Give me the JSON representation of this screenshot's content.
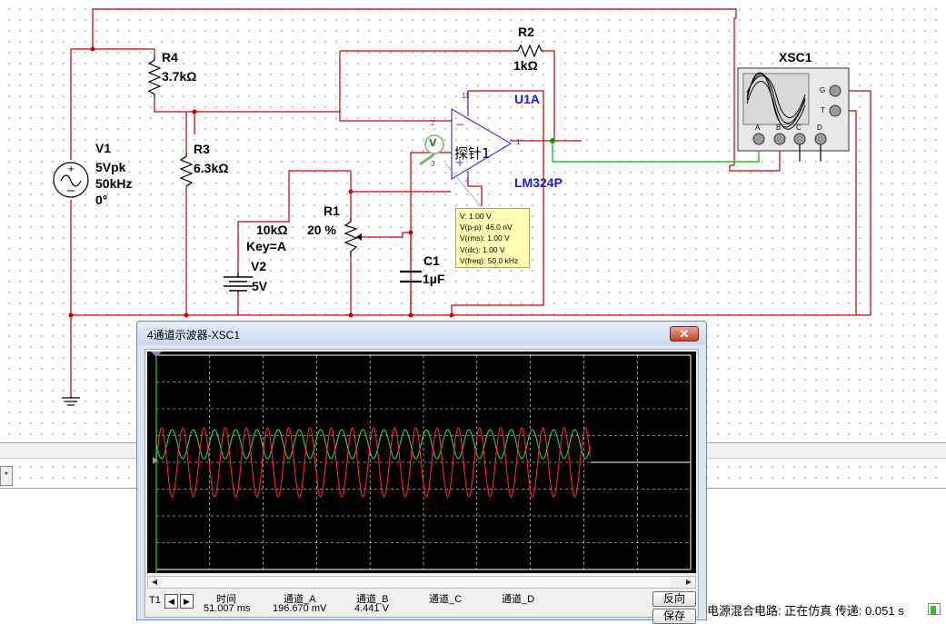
{
  "components": {
    "v1": {
      "ref": "V1",
      "amplitude": "5Vpk",
      "frequency": "50kHz",
      "phase": "0°"
    },
    "v2": {
      "ref": "V2",
      "value": "5V"
    },
    "r1": {
      "ref": "R1",
      "value": "10kΩ",
      "key": "Key=A",
      "setting": "20 %"
    },
    "r2": {
      "ref": "R2",
      "value": "1kΩ"
    },
    "r3": {
      "ref": "R3",
      "value": "6.3kΩ"
    },
    "r4": {
      "ref": "R4",
      "value": "3.7kΩ"
    },
    "c1": {
      "ref": "C1",
      "value": "1µF"
    },
    "u1": {
      "ref": "U1A",
      "part": "LM324P",
      "pins": [
        "11",
        "2",
        "3",
        "4",
        "1"
      ]
    },
    "xsc1": {
      "ref": "XSC1",
      "channels": [
        "A",
        "B",
        "C",
        "D"
      ],
      "terminals": [
        "G",
        "T"
      ]
    },
    "probe": {
      "name": "探针1",
      "symbol": "V",
      "readings": [
        "V: 1.00 V",
        "V(p-p): 46.0 nV",
        "V(rms): 1.00 V",
        "V(dc): 1.00 V",
        "V(freq): 50.0 kHz"
      ]
    }
  },
  "colors": {
    "wire": "#cc0000",
    "trace_a": "#ff2222",
    "trace_b": "#22dd22",
    "probe_wire": "#00bb00",
    "grid": "#ffffff"
  },
  "scope_window": {
    "title": "4通道示波器-XSC1",
    "close_icon": "close-icon",
    "readout": {
      "row_label": "T1",
      "headers": [
        "时间",
        "通道_A",
        "通道_B",
        "通道_C",
        "通道_D"
      ],
      "values": [
        "51.007 ms",
        "196.670 mV",
        "4.441 V"
      ]
    },
    "buttons": [
      "反向",
      "保存"
    ]
  },
  "lower_panel": {
    "tab_label": "*"
  },
  "status_bar": {
    "text": "电源混合电路: 正在仿真 传递: 0.051 s"
  }
}
